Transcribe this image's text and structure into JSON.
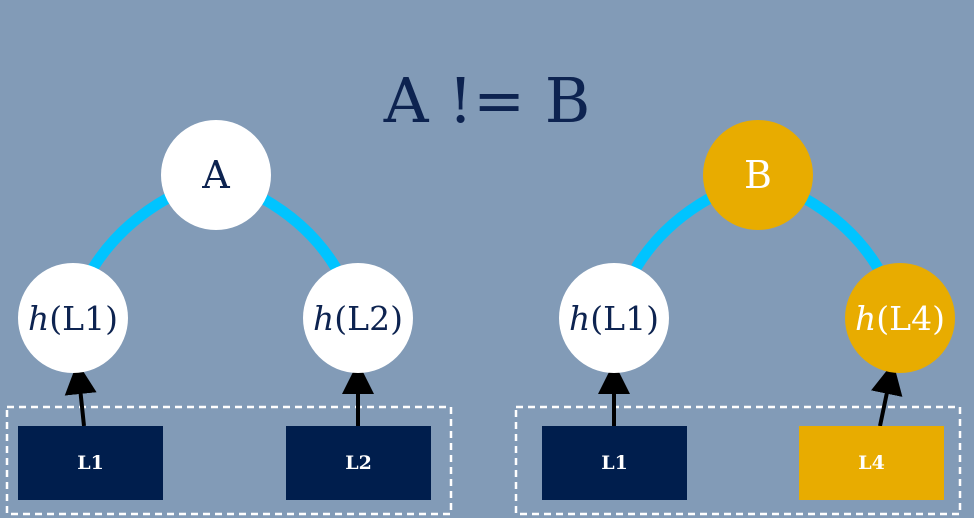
{
  "title": "A != B",
  "colors": {
    "background": "#829bb7",
    "navy": "#001e4d",
    "gold": "#e8ac00",
    "white": "#ffffff",
    "edge": "#00c4ff",
    "text": "#0d2350"
  },
  "left_tree": {
    "root_label": "A",
    "hash_prefix": "h",
    "hash_left": "(L1)",
    "hash_right": "(L2)",
    "block_left": "L1",
    "block_right": "L2"
  },
  "right_tree": {
    "root_label": "B",
    "hash_prefix": "h",
    "hash_left": "(L1)",
    "hash_right": "(L4)",
    "block_left": "L1",
    "block_right": "L4"
  }
}
